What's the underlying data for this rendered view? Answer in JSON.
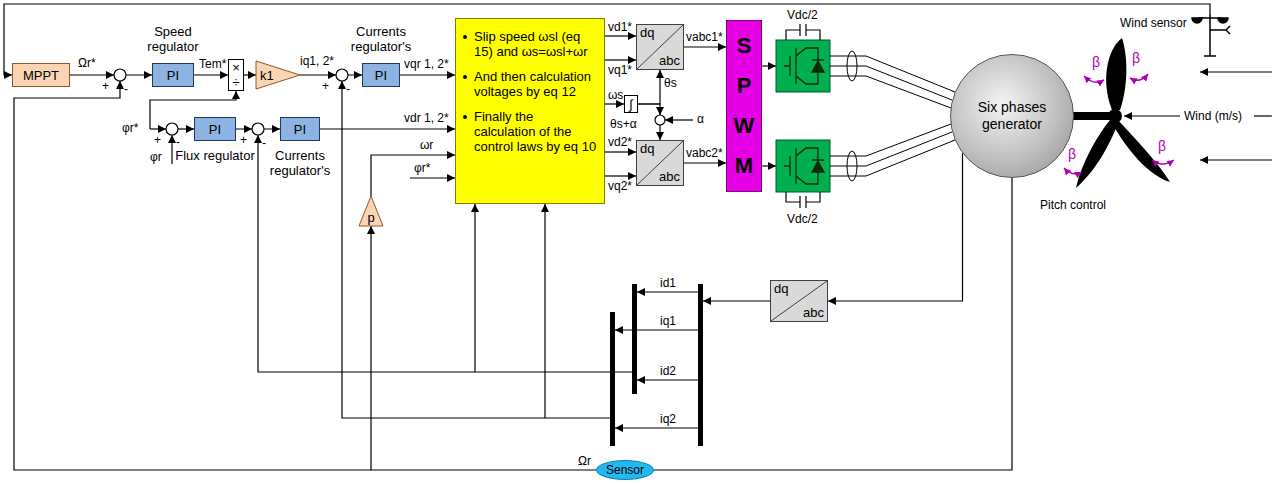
{
  "diagram": {
    "nodes": [
      {
        "text": [
          "MPPT"
        ]
      },
      {
        "text": [
          "Speed regulator",
          "PI"
        ]
      },
      {
        "text": [
          "×",
          "÷"
        ]
      },
      {
        "text": [
          "k1"
        ]
      },
      {
        "text": [
          "Currents regulator's",
          "PI"
        ]
      },
      {
        "text": [
          "PI",
          "Flux regulator"
        ]
      },
      {
        "text": [
          "PI",
          "Currents regulator's"
        ]
      },
      {
        "text": [
          "Slip speed ωsl (eq 15) and ωs=ωsl+ωr",
          "And then calculation voltages by eq 12",
          "Finally the calculation of the control laws by eq 10"
        ]
      },
      {
        "text": [
          "p"
        ]
      },
      {
        "text": [
          "dq",
          "abc"
        ]
      },
      {
        "text": [
          "dq",
          "abc"
        ]
      },
      {
        "text": [
          "∫"
        ]
      },
      {
        "text": [
          "S P W M"
        ]
      },
      {
        "text": [
          "Six phases generator"
        ]
      },
      {
        "text": [
          "dq",
          "abc"
        ]
      },
      {
        "text": [
          "Sensor"
        ]
      }
    ],
    "edges": [
      {
        "from": 0,
        "to": 1,
        "arrow": "to"
      },
      {
        "from": 1,
        "to": 2,
        "arrow": "to"
      },
      {
        "from": 2,
        "to": 3,
        "arrow": "to"
      },
      {
        "from": 3,
        "to": 4,
        "arrow": "to"
      },
      {
        "from": 4,
        "to": 7,
        "arrow": "to"
      },
      {
        "from": 5,
        "to": 6,
        "arrow": "to"
      },
      {
        "from": 6,
        "to": 7,
        "arrow": "to"
      },
      {
        "from": 8,
        "to": 7,
        "arrow": "to"
      },
      {
        "from": 7,
        "to": 9,
        "arrow": "to"
      },
      {
        "from": 7,
        "to": 9,
        "arrow": "to"
      },
      {
        "from": 7,
        "to": 11,
        "arrow": "to"
      },
      {
        "from": 11,
        "to": 9,
        "arrow": "to"
      },
      {
        "from": 11,
        "to": 10,
        "arrow": "to"
      },
      {
        "from": 7,
        "to": 10,
        "arrow": "to"
      },
      {
        "from": 7,
        "to": 10,
        "arrow": "to"
      },
      {
        "from": 9,
        "to": 12,
        "arrow": "to"
      },
      {
        "from": 10,
        "to": 12,
        "arrow": "to"
      },
      {
        "from": 13,
        "to": 14,
        "arrow": "to"
      },
      {
        "from": 13,
        "to": 15,
        "arrow": "none"
      },
      {
        "from": 15,
        "to": 8,
        "arrow": "to"
      }
    ],
    "labels": [
      "Ωr*",
      "+",
      "-",
      "Tem*",
      "iq1, 2*",
      "+",
      "-",
      "vqr 1, 2*",
      "φr*",
      "+",
      "-",
      "φr",
      "+",
      "-",
      "vdr 1, 2*",
      "ωr",
      "φr*",
      "vd1*",
      "vq1*",
      "ωs",
      "θs",
      "α",
      "θs+α",
      "vd2*",
      "vq2*",
      "vabc1*",
      "vabc2*",
      "Vdc/2",
      "Vdc/2",
      "Wind sensor",
      "Wind (m/s)",
      "Pitch control",
      "β",
      "β",
      "β",
      "β",
      "id1",
      "iq1",
      "id2",
      "iq2",
      "Ωr"
    ]
  }
}
